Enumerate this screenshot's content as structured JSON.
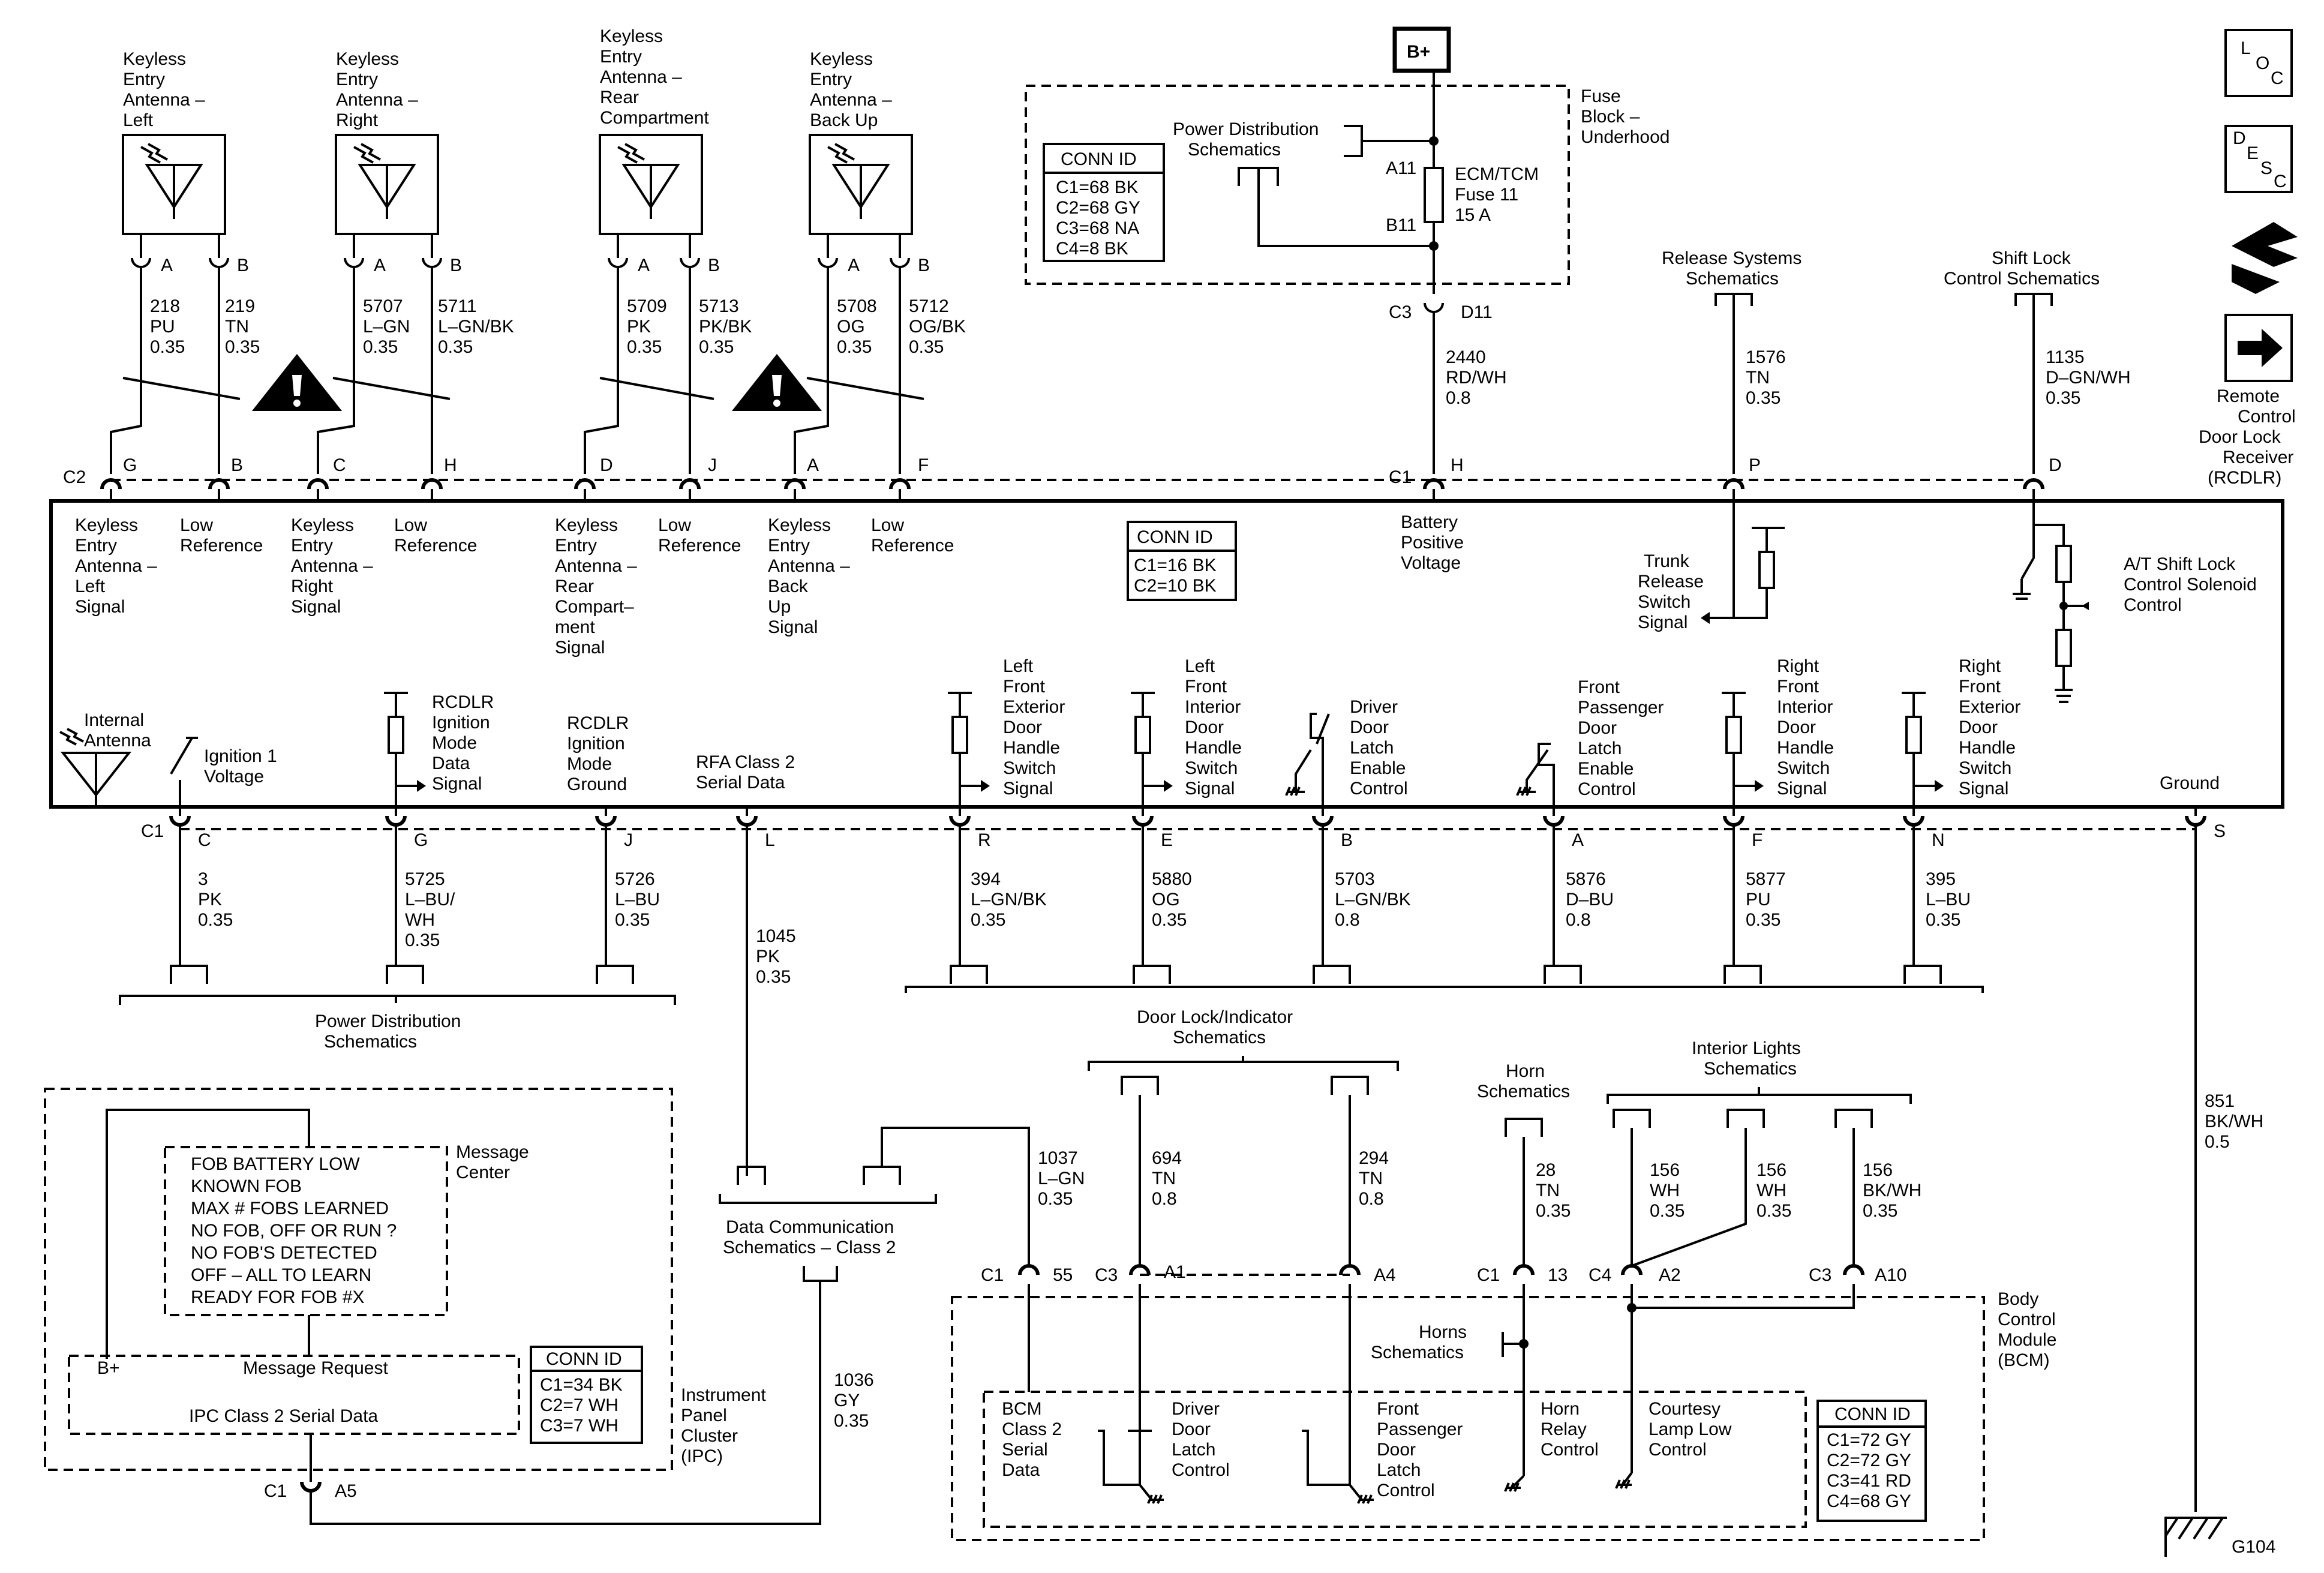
{
  "antennas": [
    {
      "title": [
        "Keyless",
        "Entry",
        "Antenna –",
        "Left"
      ],
      "pins": [
        "A",
        "B"
      ],
      "wires": [
        [
          "218",
          "PU",
          "0.35"
        ],
        [
          "219",
          "TN",
          "0.35"
        ]
      ]
    },
    {
      "title": [
        "Keyless",
        "Entry",
        "Antenna –",
        "Right"
      ],
      "pins": [
        "A",
        "B"
      ],
      "wires": [
        [
          "5707",
          "L–GN",
          "0.35"
        ],
        [
          "5711",
          "L–GN/BK",
          "0.35"
        ]
      ]
    },
    {
      "title": [
        "Keyless",
        "Entry",
        "Antenna –",
        "Rear",
        "Compartment"
      ],
      "pins": [
        "A",
        "B"
      ],
      "wires": [
        [
          "5709",
          "PK",
          "0.35"
        ],
        [
          "5713",
          "PK/BK",
          "0.35"
        ]
      ]
    },
    {
      "title": [
        "Keyless",
        "Entry",
        "Antenna –",
        "Back Up"
      ],
      "pins": [
        "A",
        "B"
      ],
      "wires": [
        [
          "5708",
          "OG",
          "0.35"
        ],
        [
          "5712",
          "OG/BK",
          "0.35"
        ]
      ]
    }
  ],
  "b_plus": "B+",
  "fuse_block": {
    "title": [
      "Fuse",
      "Block –",
      "Underhood"
    ],
    "power_dist": [
      "Power Distribution",
      "Schematics"
    ],
    "pin_a": "A11",
    "pin_b": "B11",
    "fuse": [
      "ECM/TCM",
      "Fuse 11",
      "15 A"
    ],
    "conn_id_title": "CONN ID",
    "conn_ids": [
      "C1=68 BK",
      "C2=68 GY",
      "C3=68 NA",
      "C4=8 BK"
    ],
    "out_conn": "C3",
    "out_pin": "D11",
    "wire": [
      "2440",
      "RD/WH",
      "0.8"
    ]
  },
  "release_systems": {
    "title": [
      "Release Systems",
      "Schematics"
    ],
    "wire": [
      "1576",
      "TN",
      "0.35"
    ]
  },
  "shift_lock": {
    "title": [
      "Shift Lock",
      "Control Schematics"
    ],
    "wire": [
      "1135",
      "D–GN/WH",
      "0.35"
    ]
  },
  "side_icons": {
    "loc": [
      "L",
      "O",
      "C"
    ],
    "desc": [
      "D",
      "E",
      "S",
      "C"
    ],
    "rcdlr": [
      "Remote",
      "Control",
      "Door Lock",
      "Receiver",
      "(RCDLR)"
    ]
  },
  "rcdlr_top": {
    "c2": "C2",
    "pins": [
      "G",
      "B",
      "C",
      "H",
      "D",
      "J",
      "A",
      "F"
    ],
    "c1": "C1",
    "c1_pins": [
      "H",
      "P",
      "D"
    ],
    "labels": [
      [
        "Keyless",
        "Entry",
        "Antenna –",
        "Left",
        "Signal"
      ],
      [
        "Low",
        "Reference"
      ],
      [
        "Keyless",
        "Entry",
        "Antenna –",
        "Right",
        "Signal"
      ],
      [
        "Low",
        "Reference"
      ],
      [
        "Keyless",
        "Entry",
        "Antenna –",
        "Rear",
        "Compart–",
        "ment",
        "Signal"
      ],
      [
        "Low",
        "Reference"
      ],
      [
        "Keyless",
        "Entry",
        "Antenna –",
        "Back",
        "Up",
        "Signal"
      ],
      [
        "Low",
        "Reference"
      ]
    ],
    "conn_id_title": "CONN ID",
    "conn_ids": [
      "C1=16 BK",
      "C2=10 BK"
    ],
    "battery": [
      "Battery",
      "Positive",
      "Voltage"
    ],
    "trunk": [
      "Trunk",
      "Release",
      "Switch",
      "Signal"
    ],
    "at_shift": [
      "A/T Shift Lock",
      "Control Solenoid",
      "Control"
    ]
  },
  "rcdlr_bottom": {
    "internal_antenna": [
      "Internal",
      "Antenna"
    ],
    "c1": "C1",
    "labels": [
      [
        "Ignition 1",
        "Voltage"
      ],
      [
        "RCDLR",
        "Ignition",
        "Mode",
        "Data",
        "Signal"
      ],
      [
        "RCDLR",
        "Ignition",
        "Mode",
        "Ground"
      ],
      [
        "RFA Class 2",
        "Serial Data"
      ],
      [
        "Left",
        "Front",
        "Exterior",
        "Door",
        "Handle",
        "Switch",
        "Signal"
      ],
      [
        "Left",
        "Front",
        "Interior",
        "Door",
        "Handle",
        "Switch",
        "Signal"
      ],
      [
        "Driver",
        "Door",
        "Latch",
        "Enable",
        "Control"
      ],
      [
        "Front",
        "Passenger",
        "Door",
        "Latch",
        "Enable",
        "Control"
      ],
      [
        "Right",
        "Front",
        "Interior",
        "Door",
        "Handle",
        "Switch",
        "Signal"
      ],
      [
        "Right",
        "Front",
        "Exterior",
        "Door",
        "Handle",
        "Switch",
        "Signal"
      ],
      [
        "Ground"
      ]
    ],
    "pins": [
      "C",
      "G",
      "J",
      "L",
      "R",
      "E",
      "B",
      "A",
      "F",
      "N",
      "S"
    ],
    "wires": [
      [
        "3",
        "PK",
        "0.35"
      ],
      [
        "5725",
        "L–BU/",
        "WH",
        "0.35"
      ],
      [
        "5726",
        "L–BU",
        "0.35"
      ],
      [
        "1045",
        "PK",
        "0.35"
      ],
      [
        "394",
        "L–GN/BK",
        "0.35"
      ],
      [
        "5880",
        "OG",
        "0.35"
      ],
      [
        "5703",
        "L–GN/BK",
        "0.8"
      ],
      [
        "5876",
        "D–BU",
        "0.8"
      ],
      [
        "5877",
        "PU",
        "0.35"
      ],
      [
        "395",
        "L–BU",
        "0.35"
      ],
      [
        "851",
        "BK/WH",
        "0.5"
      ]
    ]
  },
  "power_dist_bottom": [
    "Power Distribution",
    "Schematics"
  ],
  "door_lock": [
    "Door Lock/Indicator",
    "Schematics"
  ],
  "horn_schem": [
    "Horn",
    "Schematics"
  ],
  "interior_lights": [
    "Interior Lights",
    "Schematics"
  ],
  "data_comm": [
    "Data Communication",
    "Schematics – Class 2"
  ],
  "ipc": {
    "messages": [
      "FOB BATTERY LOW",
      "KNOWN FOB",
      "MAX # FOBS LEARNED",
      "NO FOB, OFF OR RUN ?",
      "NO FOB'S DETECTED",
      "OFF – ALL TO LEARN",
      "READY FOR FOB #X"
    ],
    "message_center": [
      "Message",
      "Center"
    ],
    "b_plus": "B+",
    "message_request": "Message Request",
    "serial": "IPC Class 2 Serial Data",
    "conn_id_title": "CONN ID",
    "conn_ids": [
      "C1=34 BK",
      "C2=7 WH",
      "C3=7 WH"
    ],
    "title": [
      "Instrument",
      "Panel",
      "Cluster",
      "(IPC)"
    ],
    "c1": "C1",
    "pin": "A5",
    "wire": [
      "1036",
      "GY",
      "0.35"
    ]
  },
  "bcm": {
    "title": [
      "Body",
      "Control",
      "Module",
      "(BCM)"
    ],
    "conns": [
      {
        "c": "C1",
        "p": "55"
      },
      {
        "c": "C3",
        "p": "A1"
      },
      {
        "c": "",
        "p": "A4"
      },
      {
        "c": "C1",
        "p": "13"
      },
      {
        "c": "C4",
        "p": "A2"
      },
      {
        "c": "C3",
        "p": "A10"
      }
    ],
    "wires": [
      [
        "1037",
        "L–GN",
        "0.35"
      ],
      [
        "694",
        "TN",
        "0.8"
      ],
      [
        "294",
        "TN",
        "0.8"
      ],
      [
        "28",
        "TN",
        "0.35"
      ],
      [
        "156",
        "WH",
        "0.35"
      ],
      [
        "156",
        "WH",
        "0.35"
      ],
      [
        "156",
        "BK/WH",
        "0.35"
      ]
    ],
    "labels": [
      [
        "BCM",
        "Class 2",
        "Serial",
        "Data"
      ],
      [
        "Driver",
        "Door",
        "Latch",
        "Control"
      ],
      [
        "Front",
        "Passenger",
        "Door",
        "Latch",
        "Control"
      ],
      [
        "Horn",
        "Relay",
        "Control"
      ],
      [
        "Courtesy",
        "Lamp Low",
        "Control"
      ]
    ],
    "horns": [
      "Horns",
      "Schematics"
    ],
    "conn_id_title": "CONN ID",
    "conn_ids": [
      "C1=72 GY",
      "C2=72 GY",
      "C3=41 RD",
      "C4=68 GY"
    ]
  },
  "ground": "G104"
}
